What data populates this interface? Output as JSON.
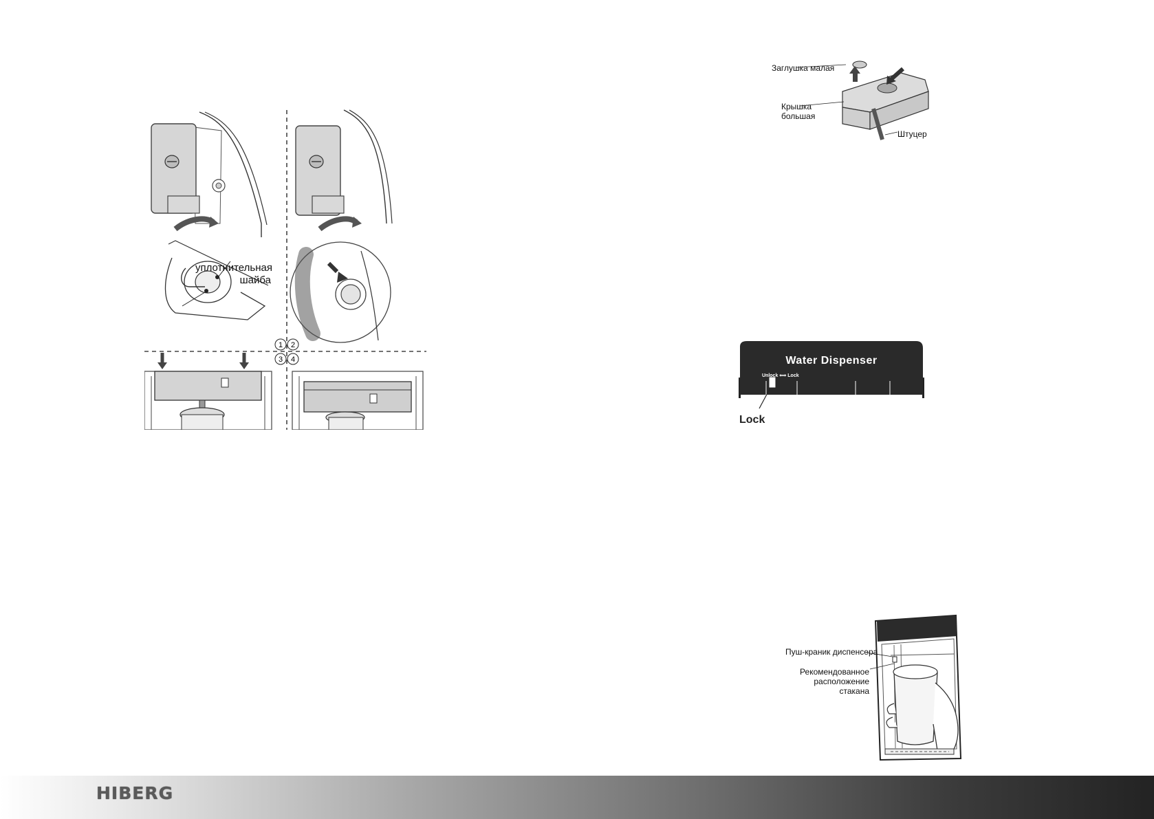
{
  "left_figure": {
    "seal_label_line1": "уплотнительная",
    "seal_label_line2": "шайба",
    "step_numbers": [
      "1",
      "2",
      "3",
      "4"
    ]
  },
  "cartridge_figure": {
    "small_plug_label": "Заглушка малая",
    "big_cover_line1": "Крышка",
    "big_cover_line2": "большая",
    "fitting_label": "Штуцер"
  },
  "dispenser_figure": {
    "title": "Water Dispenser",
    "slider_label": "Unlock ⟺ Lock",
    "lock_label": "Lock"
  },
  "cup_figure": {
    "push_tap_label": "Пуш-краник диспенсера",
    "cup_position_line1": "Рекомендованное",
    "cup_position_line2": "расположение",
    "cup_position_line3": "стакана"
  },
  "footer": {
    "brand": "HIBERG"
  }
}
